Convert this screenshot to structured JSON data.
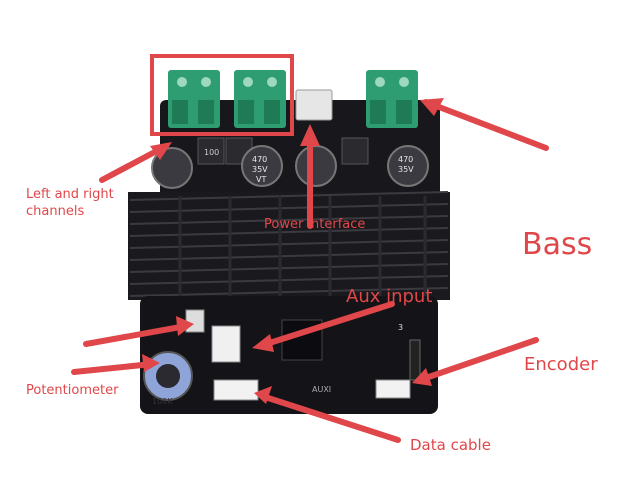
{
  "labels": {
    "left_right": [
      "Left and right",
      "channels"
    ],
    "power": "Power interface",
    "bass": "Bass",
    "aux": "Aux input",
    "encoder": "Encoder",
    "potentiometer": "Potentiometer",
    "data_cable": "Data cable"
  },
  "board_markings": {
    "cap_values": [
      "470",
      "35V"
    ],
    "cap_values_alt": [
      "470",
      "35V",
      "VT"
    ],
    "inductor": "100",
    "potentiometer_value": "100K",
    "chip_text": "AUXI",
    "header_mark": "3"
  },
  "colors": {
    "annotation": "#e0474a",
    "terminal": "#2e9e72",
    "pcb": "#141418",
    "heatsink": "#1a1a1e"
  }
}
